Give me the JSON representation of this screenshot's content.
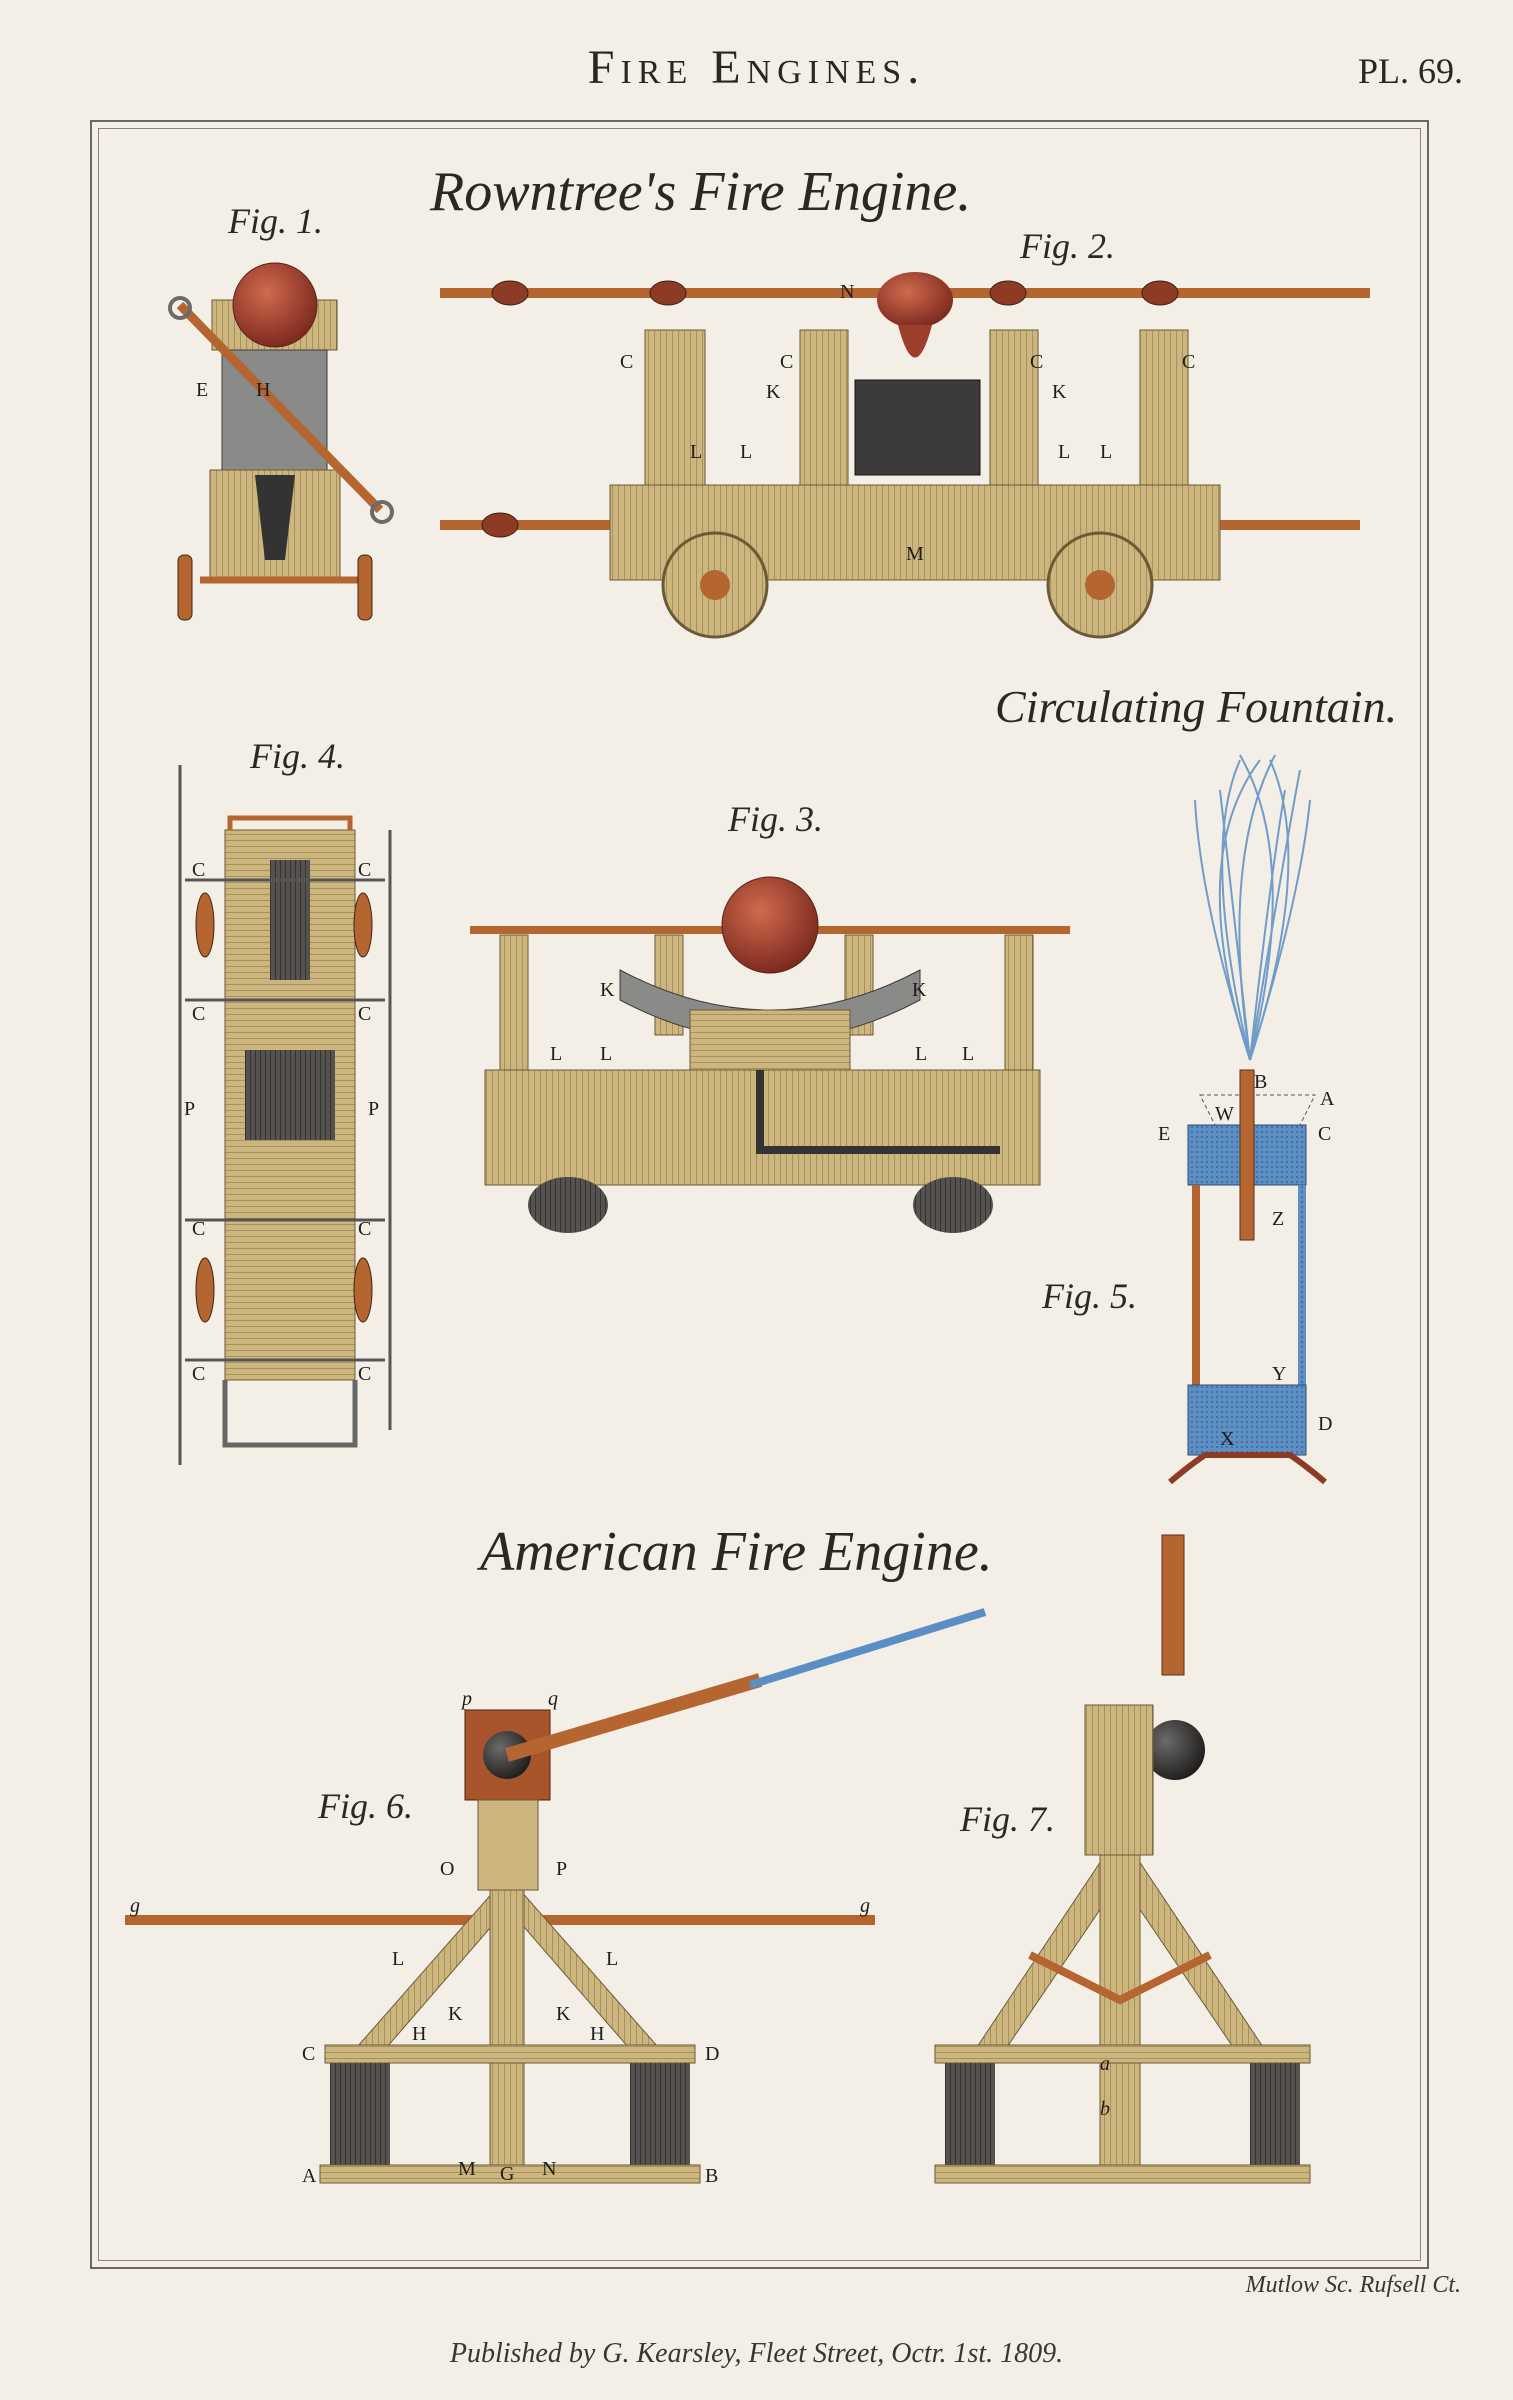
{
  "header": {
    "title": "Fire Engines.",
    "plate": "PL. 69."
  },
  "captions": {
    "rowntree": "Rowntree's Fire Engine.",
    "fountain": "Circulating Fountain.",
    "american": "American Fire Engine."
  },
  "figures": [
    "Fig. 1.",
    "Fig. 2.",
    "Fig. 3.",
    "Fig. 4.",
    "Fig. 5.",
    "Fig. 6.",
    "Fig. 7."
  ],
  "credit": "Mutlow Sc. Rufsell Ct.",
  "imprint": "Published by G. Kearsley, Fleet Street, Octr. 1st. 1809.",
  "colors": {
    "paper": "#f3efe7",
    "wood": "#c9b27a",
    "rust": "#b5652f",
    "copper": "#9c3e2c",
    "water": "#5b8ec4",
    "ink": "#2b2723"
  }
}
